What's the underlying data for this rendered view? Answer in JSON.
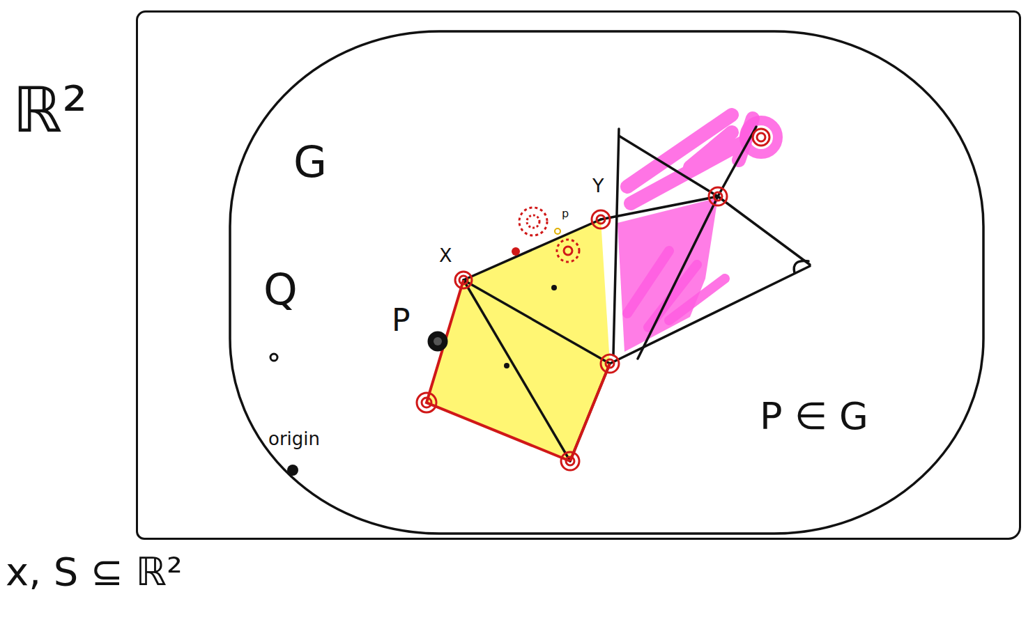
{
  "diagram": {
    "nodes": [
      {
        "text": [
          "ℝ²"
        ]
      },
      {
        "text": [
          "G"
        ],
        "in": 0
      }
    ],
    "labels": [
      "Q",
      "P",
      "X",
      "Y",
      "p",
      "origin",
      "P ∈ G",
      "x, S ⊆ ℝ²"
    ]
  }
}
